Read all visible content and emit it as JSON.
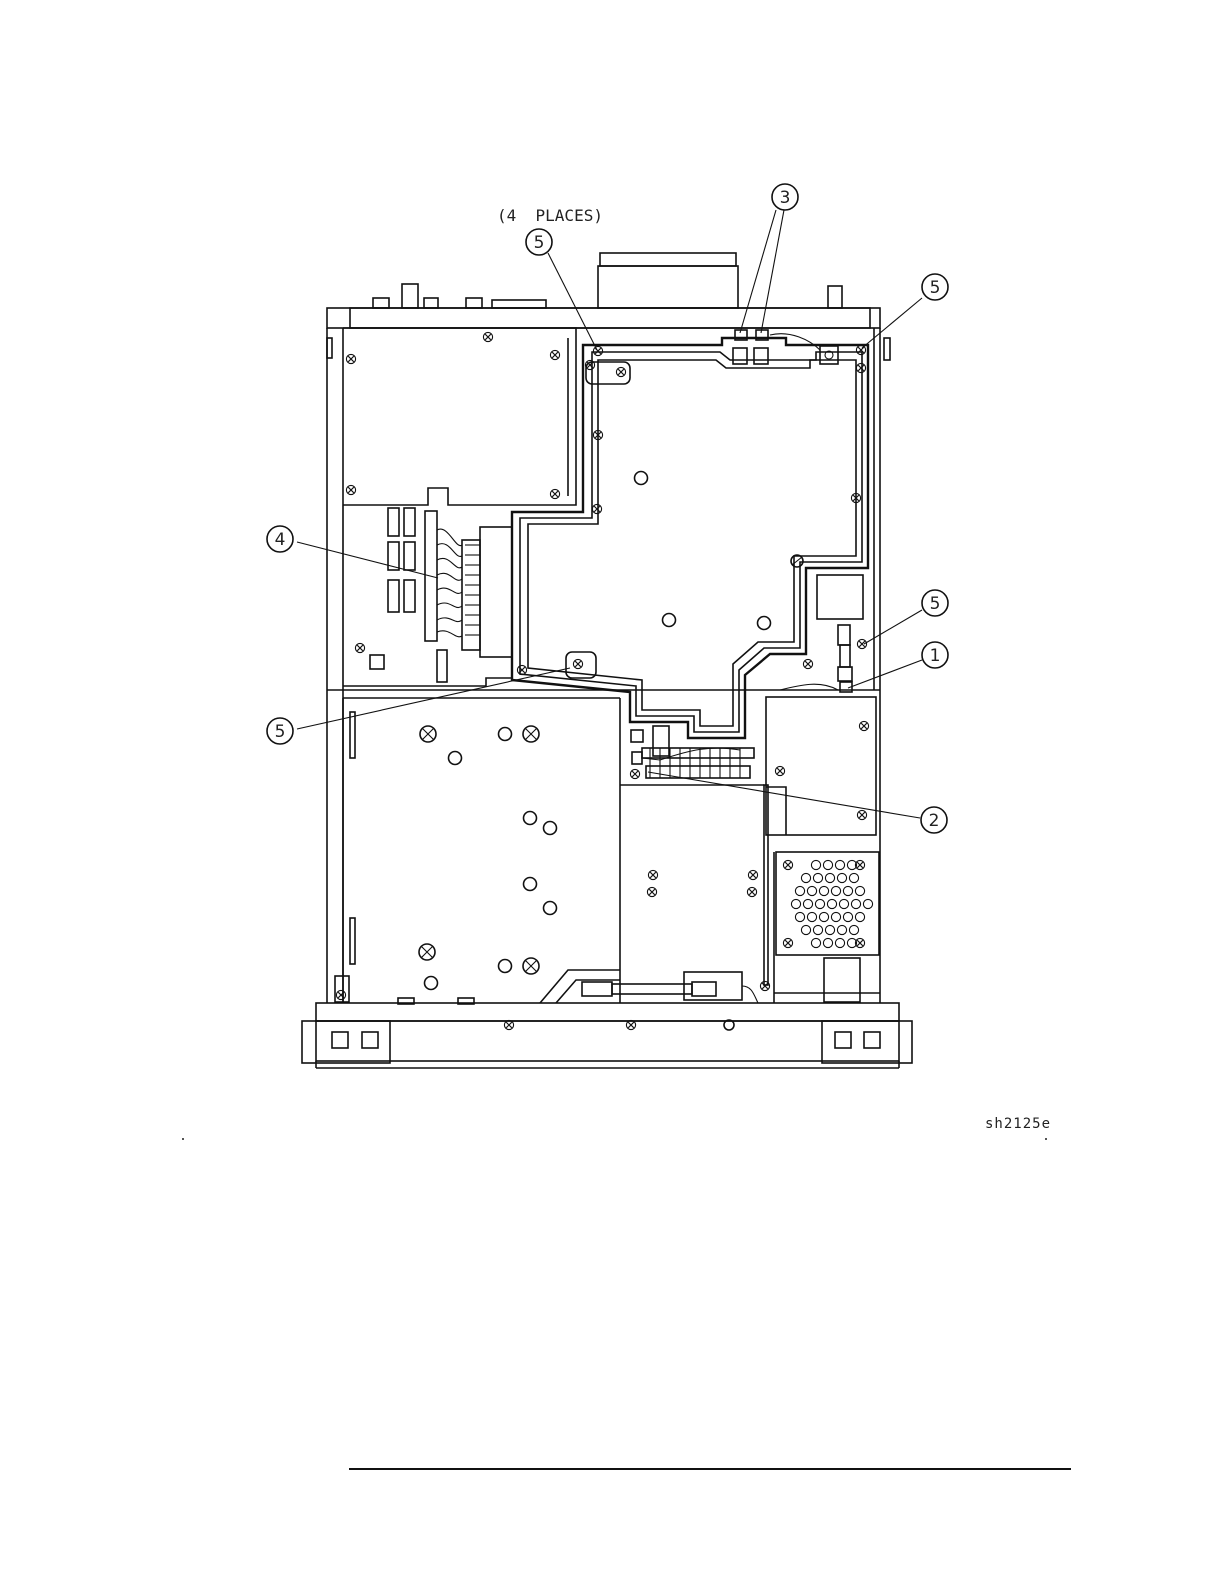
{
  "figure": {
    "note": "(4  PLACES)",
    "figure_id": "sh2125e"
  },
  "callouts": {
    "c1": "1",
    "c2": "2",
    "c3": "3",
    "c4": "4",
    "c5": "5"
  }
}
